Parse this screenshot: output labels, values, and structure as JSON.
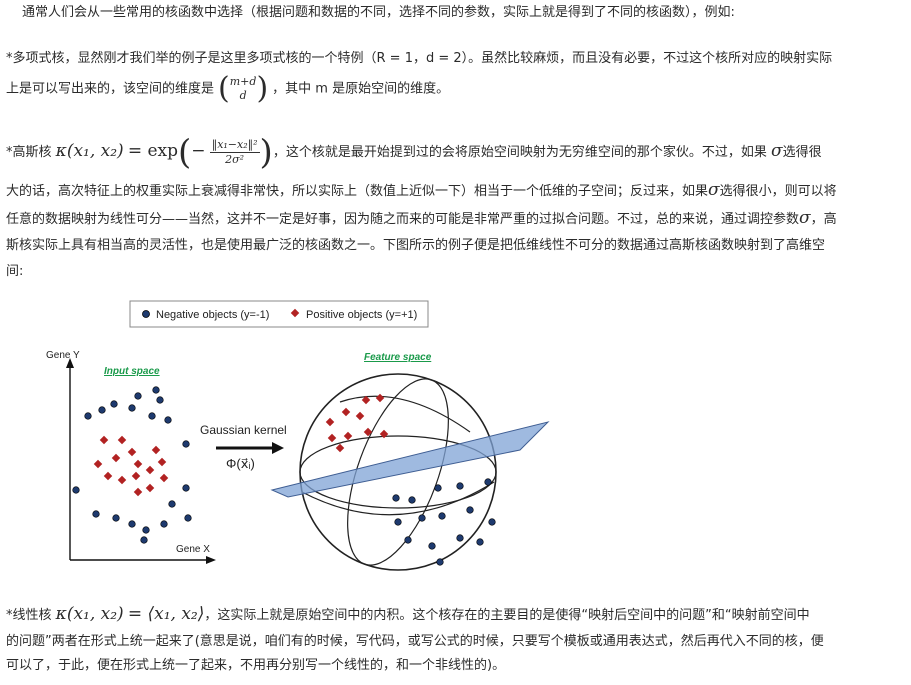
{
  "intro": "通常人们会从一些常用的核函数中选择（根据问题和数据的不同，选择不同的参数，实际上就是得到了不同的核函数），例如:",
  "poly": {
    "line1": "多项式核，显然刚才我们举的例子是这里多项式核的一个特例（R = 1，d = 2）。虽然比较麻烦，而且没有必要，不过这个核所对应的映射实际",
    "line2_pre": "上是可以写出来的，该空间的维度是",
    "binom_top": "m+d",
    "binom_bottom": "d",
    "line2_post": "，其中 m 是原始空间的维度。"
  },
  "gauss": {
    "label": "高斯核",
    "kappa": "κ",
    "args": "(x₁, x₂)",
    "eq": "= exp",
    "minus": "−",
    "frac_num": "‖x₁−x₂‖²",
    "frac_den": "2σ²",
    "after_formula": "，这个核就是最开始提到过的会将原始空间映射为无穷维空间的那个家伙。不过，如果",
    "sigma": "σ",
    "tail1": "选得很",
    "line2": "大的话，高次特征上的权重实际上衰减得非常快，所以实际上（数值上近似一下）相当于一个低维的子空间；反过来，如果",
    "line2_tail": "选得很小，则可以将",
    "line3": "任意的数据映射为线性可分——当然，这并不一定是好事，因为随之而来的可能是非常严重的过拟合问题。不过，总的来说，通过调控参数",
    "line3_tail": "，高",
    "line4": "斯核实际上具有相当高的灵活性，也是使用最广泛的核函数之一。下图所示的例子便是把低维线性不可分的数据通过高斯核函数映射到了高维空",
    "line5": "间:"
  },
  "figure": {
    "legend_negative": "Negative objects (y=-1)",
    "legend_positive": "Positive objects (y=+1)",
    "gene_y": "Gene Y",
    "gene_x": "Gene X",
    "input_space": "Input space",
    "feature_space": "Feature space",
    "kernel_label": "Gaussian kernel",
    "phi_label": "Φ(x⃗ᵢ)",
    "negative_color": "#1e3a6e",
    "positive_color": "#b22222",
    "title_color": "#1a9a4a"
  },
  "linear": {
    "label": "线性核",
    "kappa": "κ",
    "args": "(x₁, x₂)",
    "eq": "= ⟨x₁, x₂⟩",
    "line1_post": "，这实际上就是原始空间中的内积。这个核存在的主要目的是使得“映射后空间中的问题”和“映射前空间中",
    "line2": "的问题”两者在形式上统一起来了(意思是说，咱们有的时候，写代码，或写公式的时候，只要写个模板或通用表达式，然后再代入不同的核，便",
    "line3": "可以了，于此，便在形式上统一了起来，不用再分别写一个线性的，和一个非线性的)。"
  }
}
